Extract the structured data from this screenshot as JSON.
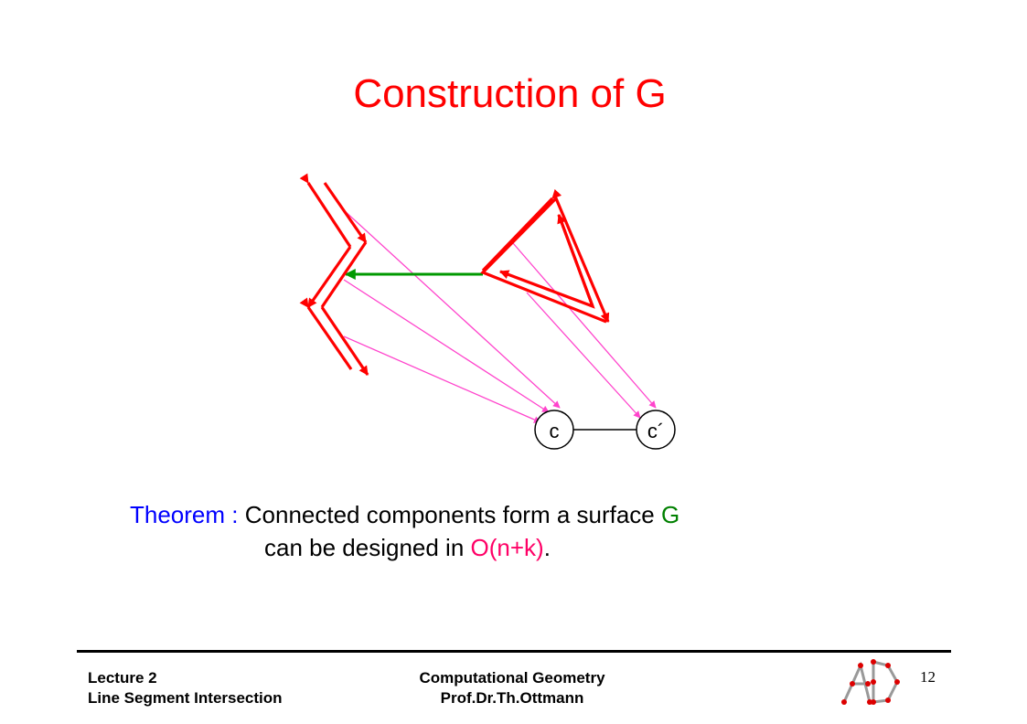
{
  "title": "Construction of G",
  "figure": {
    "node_c": "c",
    "node_c_prime": "c´"
  },
  "theorem": {
    "label": "Theorem",
    "colon": ":",
    "text1": "Connected components form a surface",
    "g": "G",
    "text2": "can be designed in",
    "complexity": "O(n+k)",
    "period": "."
  },
  "footer": {
    "lecture": "Lecture 2",
    "topic": "Line Segment Intersection",
    "course": "Computational Geometry",
    "author": "Prof.Dr.Th.Ottmann",
    "page": "12"
  },
  "colors": {
    "title": "#ff0000",
    "segment": "#ff0000",
    "link": "#ff44cc",
    "neighbor": "#009900",
    "theorem_label": "#0000ff",
    "surface": "#008000",
    "complexity": "#ff0066"
  },
  "icons": [
    "lecture-logo-icon"
  ]
}
